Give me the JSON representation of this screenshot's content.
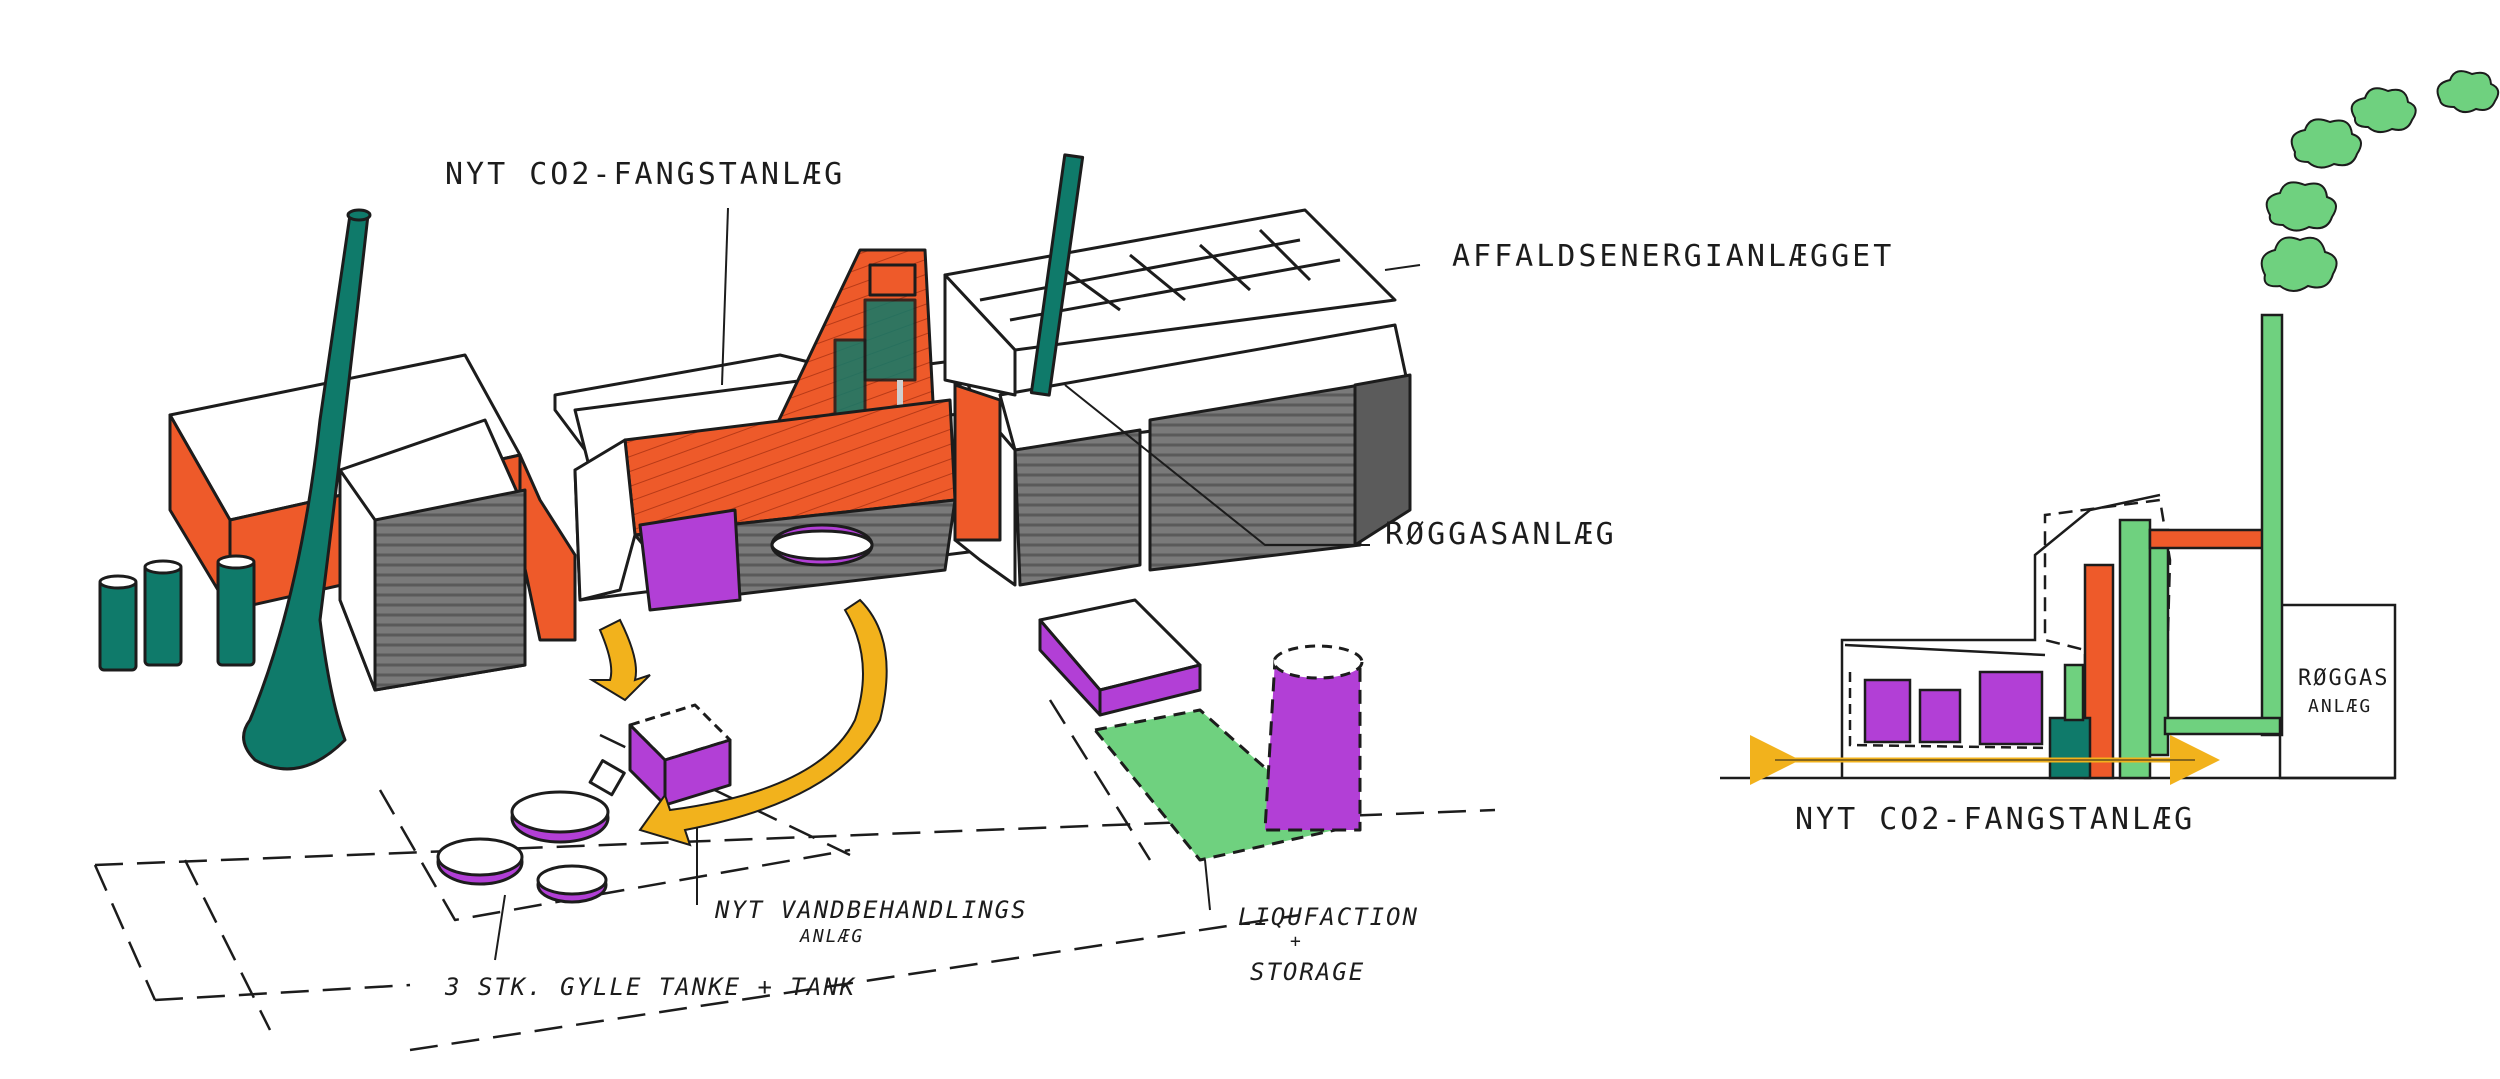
{
  "labels": {
    "co2_capture_top": "NYT CO2-FANGSTANLÆG",
    "waste_energy": "AFFALDSENERGIANLÆGGET",
    "flue_gas": "RØGGASANLÆG",
    "water_treatment_1": "NYT VANDBEHANDLINGS",
    "water_treatment_2": "ANLÆG",
    "tanks": "3 STK. GYLLE TANKE + TANK",
    "liquefaction_1": "LIQUFACTION",
    "liquefaction_2": "+",
    "liquefaction_3": "STORAGE",
    "co2_capture_section": "NYT CO2-FANGSTANLÆG",
    "flue_gas_section_1": "RØGGAS",
    "flue_gas_section_2": "ANLÆG"
  },
  "colors": {
    "orange": "#ee5a2a",
    "teal": "#0f7a6a",
    "purple": "#b23fd6",
    "green": "#6fd17f",
    "grey": "#6e6e6e",
    "yellow": "#f2b21c",
    "ink": "#1c1c1c"
  }
}
